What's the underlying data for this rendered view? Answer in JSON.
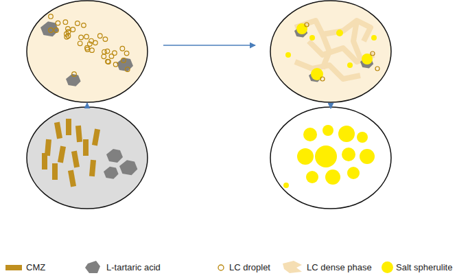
{
  "diagram": {
    "legend": [
      {
        "text": "CMZ",
        "color": "#bf8f1f"
      },
      {
        "text": "L-tartaric acid"
      },
      {
        "text": "LC droplet"
      },
      {
        "text": "LC dense phase"
      },
      {
        "text": "Salt spherulite",
        "color": "#ffee00"
      }
    ]
  }
}
